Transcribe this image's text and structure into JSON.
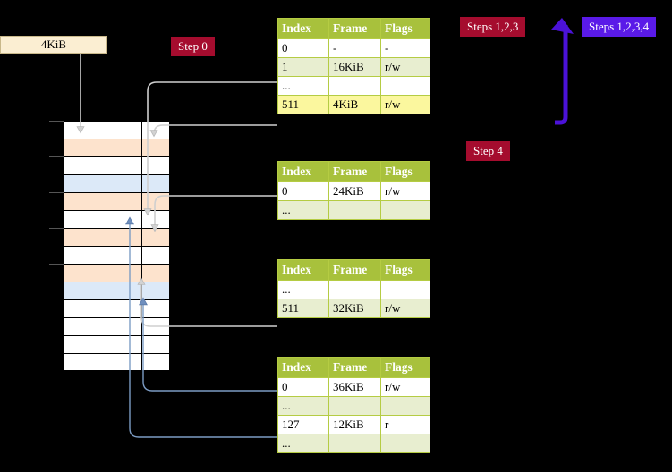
{
  "labels": {
    "kib_box": "4KiB",
    "step0": "Step 0",
    "step4": "Step 4",
    "steps123": "Steps 1,2,3",
    "steps1234": "Steps 1,2,3,4"
  },
  "colors": {
    "badge_red": "#a50c2e",
    "badge_blue": "#5a1ae8",
    "table_header": "#a8c13c",
    "table_border": "#b5cc43",
    "row_tint": "#e8eed0",
    "highlight": "#fbf79e",
    "mem_peach": "#fde3cd",
    "mem_blue": "#dce9f8",
    "kib_fill": "#fbeed2",
    "wire_gray": "#c8c8c8",
    "wire_blue": "#7c9cc4"
  },
  "table_headers": [
    "Index",
    "Frame",
    "Flags"
  ],
  "tables": [
    {
      "name": "pml4-table",
      "rows": [
        {
          "index": "0",
          "frame": "-",
          "flags": "-",
          "tint": false,
          "highlight": false
        },
        {
          "index": "1",
          "frame": "16KiB",
          "flags": "r/w",
          "tint": true,
          "highlight": false
        },
        {
          "index": "...",
          "frame": "",
          "flags": "",
          "tint": false,
          "highlight": false
        },
        {
          "index": "511",
          "frame": "4KiB",
          "flags": "r/w",
          "tint": true,
          "highlight": true
        }
      ]
    },
    {
      "name": "pdpt-table",
      "rows": [
        {
          "index": "0",
          "frame": "24KiB",
          "flags": "r/w",
          "tint": false,
          "highlight": false
        },
        {
          "index": "...",
          "frame": "",
          "flags": "",
          "tint": true,
          "highlight": false
        }
      ]
    },
    {
      "name": "pd-table",
      "rows": [
        {
          "index": "...",
          "frame": "",
          "flags": "",
          "tint": false,
          "highlight": false
        },
        {
          "index": "511",
          "frame": "32KiB",
          "flags": "r/w",
          "tint": true,
          "highlight": false
        }
      ]
    },
    {
      "name": "pt-table",
      "rows": [
        {
          "index": "0",
          "frame": "36KiB",
          "flags": "r/w",
          "tint": false,
          "highlight": false
        },
        {
          "index": "...",
          "frame": "",
          "flags": "",
          "tint": true,
          "highlight": false
        },
        {
          "index": "127",
          "frame": "12KiB",
          "flags": "r",
          "tint": false,
          "highlight": false
        },
        {
          "index": "...",
          "frame": "",
          "flags": "",
          "tint": true,
          "highlight": false
        }
      ]
    }
  ],
  "memory_column": {
    "rows": [
      {
        "fill": "white",
        "tick": true
      },
      {
        "fill": "peach",
        "tick": true
      },
      {
        "fill": "white",
        "tick": true
      },
      {
        "fill": "blue",
        "tick": false
      },
      {
        "fill": "peach",
        "tick": true
      },
      {
        "fill": "white",
        "tick": false
      },
      {
        "fill": "peach",
        "tick": true
      },
      {
        "fill": "white",
        "tick": false
      },
      {
        "fill": "peach",
        "tick": true
      },
      {
        "fill": "blue",
        "tick": false
      },
      {
        "fill": "white",
        "tick": false
      },
      {
        "fill": "white",
        "tick": false
      },
      {
        "fill": "white",
        "tick": false
      },
      {
        "fill": "white",
        "tick": false
      }
    ]
  }
}
